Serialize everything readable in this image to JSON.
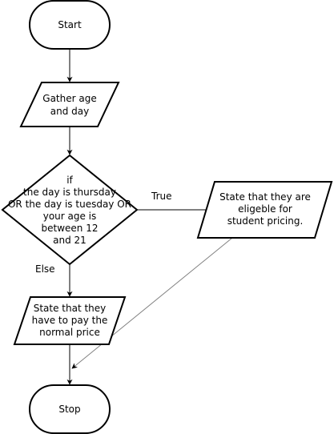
{
  "nodes": {
    "start": {
      "label": "Start"
    },
    "gather": {
      "lines": [
        "Gather age",
        "and day"
      ]
    },
    "decision": {
      "lines": [
        "if",
        "the day is thursday",
        "OR the day is tuesday OR",
        "your age is",
        "between 12",
        "and 21"
      ]
    },
    "student": {
      "lines": [
        "State that they are",
        "eligeble for",
        "student pricing."
      ]
    },
    "normal": {
      "lines": [
        "State that they",
        "have to pay the",
        "normal price"
      ]
    },
    "stop": {
      "label": "Stop"
    }
  },
  "edges": {
    "true_label": "True",
    "else_label": "Else"
  },
  "colors": {
    "stroke": "#000000",
    "connector_grey": "#808080",
    "fill": "#ffffff"
  }
}
